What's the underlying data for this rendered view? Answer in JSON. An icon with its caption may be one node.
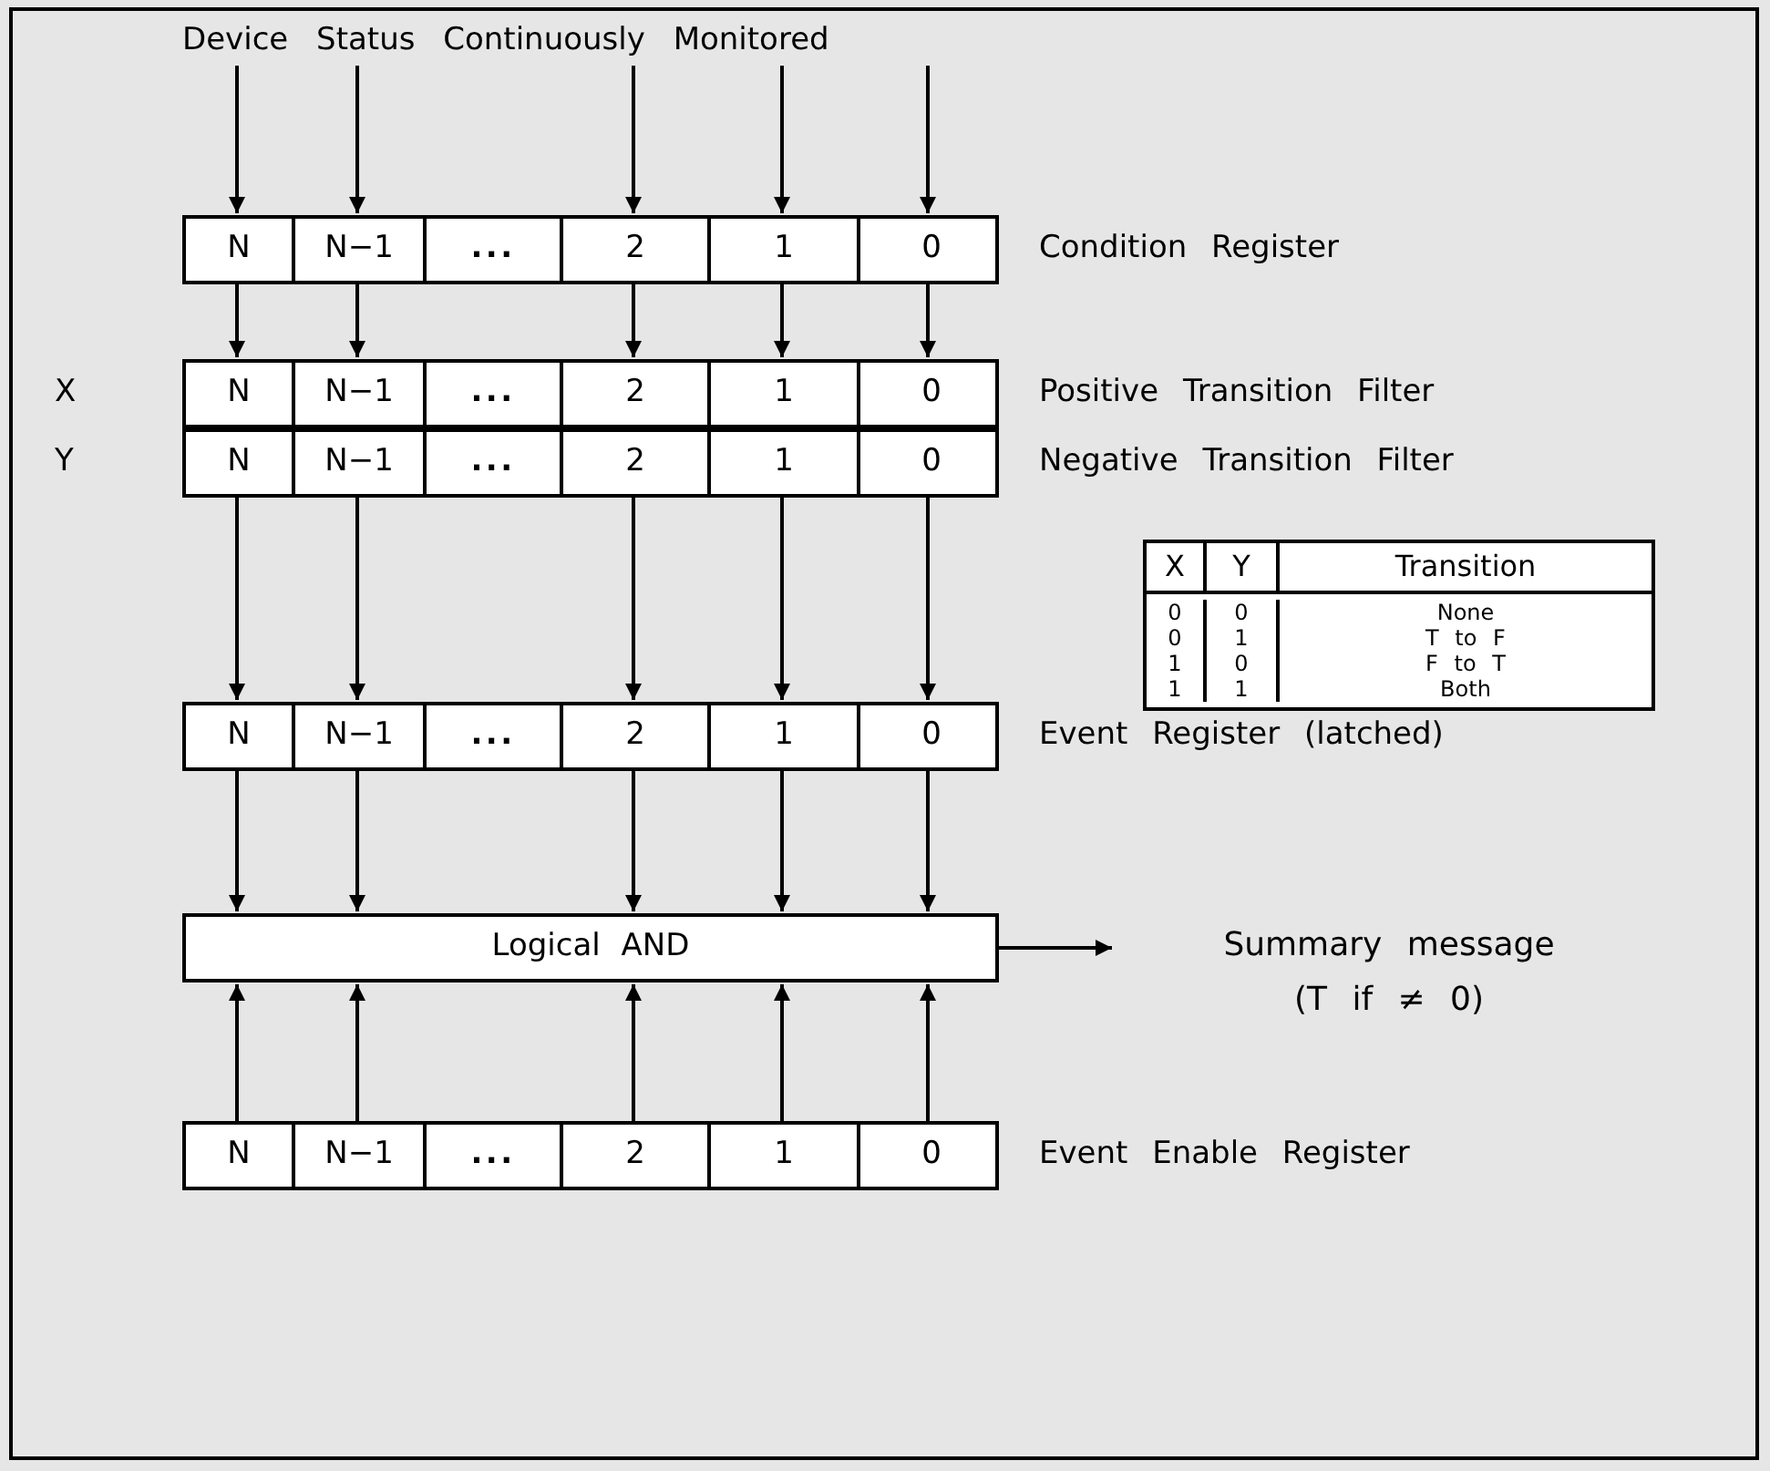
{
  "diagram": {
    "nodes": [
      {
        "text": [
          "Device Status Continuously Monitored"
        ]
      },
      {
        "text": [],
        "shape": "box",
        "beside": [
          "Condition Register"
        ]
      },
      {
        "text": [
          "N"
        ],
        "in": 1
      },
      {
        "text": [
          "N−1"
        ],
        "in": 1
      },
      {
        "text": [
          "..."
        ],
        "in": 1
      },
      {
        "text": [
          "2"
        ],
        "in": 1
      },
      {
        "text": [
          "1"
        ],
        "in": 1
      },
      {
        "text": [
          "0"
        ],
        "in": 1
      },
      {
        "text": [],
        "shape": "box",
        "beside": [
          "X",
          "Positive Transition Filter"
        ]
      },
      {
        "text": [
          "N"
        ],
        "in": 8
      },
      {
        "text": [
          "N−1"
        ],
        "in": 8
      },
      {
        "text": [
          "..."
        ],
        "in": 8
      },
      {
        "text": [
          "2"
        ],
        "in": 8
      },
      {
        "text": [
          "1"
        ],
        "in": 8
      },
      {
        "text": [
          "0"
        ],
        "in": 8
      },
      {
        "text": [],
        "shape": "box",
        "beside": [
          "Y",
          "Negative Transition Filter"
        ]
      },
      {
        "text": [
          "N"
        ],
        "in": 15
      },
      {
        "text": [
          "N−1"
        ],
        "in": 15
      },
      {
        "text": [
          "..."
        ],
        "in": 15
      },
      {
        "text": [
          "2"
        ],
        "in": 15
      },
      {
        "text": [
          "1"
        ],
        "in": 15
      },
      {
        "text": [
          "0"
        ],
        "in": 15
      },
      {
        "text": [],
        "shape": "box",
        "beside": [
          "Event Register (latched)"
        ]
      },
      {
        "text": [
          "N"
        ],
        "in": 22
      },
      {
        "text": [
          "N−1"
        ],
        "in": 22
      },
      {
        "text": [
          "..."
        ],
        "in": 22
      },
      {
        "text": [
          "2"
        ],
        "in": 22
      },
      {
        "text": [
          "1"
        ],
        "in": 22
      },
      {
        "text": [
          "0"
        ],
        "in": 22
      },
      {
        "text": [
          "Logical AND"
        ]
      },
      {
        "text": [
          "Summary message",
          "(T if ≠ 0)"
        ]
      },
      {
        "text": [],
        "shape": "box",
        "beside": [
          "Event Enable Register"
        ]
      },
      {
        "text": [
          "N"
        ],
        "in": 31
      },
      {
        "text": [
          "N−1"
        ],
        "in": 31
      },
      {
        "text": [
          "..."
        ],
        "in": 31
      },
      {
        "text": [
          "2"
        ],
        "in": 31
      },
      {
        "text": [
          "1"
        ],
        "in": 31
      },
      {
        "text": [
          "0"
        ],
        "in": 31
      }
    ],
    "edges": [
      {
        "from": 0,
        "to": 2,
        "arrow": "to"
      },
      {
        "from": 0,
        "to": 3,
        "arrow": "to"
      },
      {
        "from": 0,
        "to": 5,
        "arrow": "to"
      },
      {
        "from": 0,
        "to": 6,
        "arrow": "to"
      },
      {
        "from": 0,
        "to": 7,
        "arrow": "to"
      },
      {
        "from": 2,
        "to": 9,
        "arrow": "to"
      },
      {
        "from": 3,
        "to": 10,
        "arrow": "to"
      },
      {
        "from": 5,
        "to": 12,
        "arrow": "to"
      },
      {
        "from": 6,
        "to": 13,
        "arrow": "to"
      },
      {
        "from": 7,
        "to": 14,
        "arrow": "to"
      },
      {
        "from": 16,
        "to": 23,
        "arrow": "to"
      },
      {
        "from": 17,
        "to": 24,
        "arrow": "to"
      },
      {
        "from": 19,
        "to": 26,
        "arrow": "to"
      },
      {
        "from": 20,
        "to": 27,
        "arrow": "to"
      },
      {
        "from": 21,
        "to": 28,
        "arrow": "to"
      },
      {
        "from": 23,
        "to": 29,
        "arrow": "to"
      },
      {
        "from": 24,
        "to": 29,
        "arrow": "to"
      },
      {
        "from": 26,
        "to": 29,
        "arrow": "to"
      },
      {
        "from": 27,
        "to": 29,
        "arrow": "to"
      },
      {
        "from": 28,
        "to": 29,
        "arrow": "to"
      },
      {
        "from": 32,
        "to": 29,
        "arrow": "to"
      },
      {
        "from": 33,
        "to": 29,
        "arrow": "to"
      },
      {
        "from": 35,
        "to": 29,
        "arrow": "to"
      },
      {
        "from": 36,
        "to": 29,
        "arrow": "to"
      },
      {
        "from": 37,
        "to": 29,
        "arrow": "to"
      },
      {
        "from": 29,
        "to": 30,
        "arrow": "to"
      }
    ],
    "labels": [
      "X",
      "Y",
      "Transition",
      "0",
      "0",
      "None",
      "0",
      "1",
      "T to F",
      "1",
      "0",
      "F to T",
      "1",
      "1",
      "Both"
    ]
  }
}
